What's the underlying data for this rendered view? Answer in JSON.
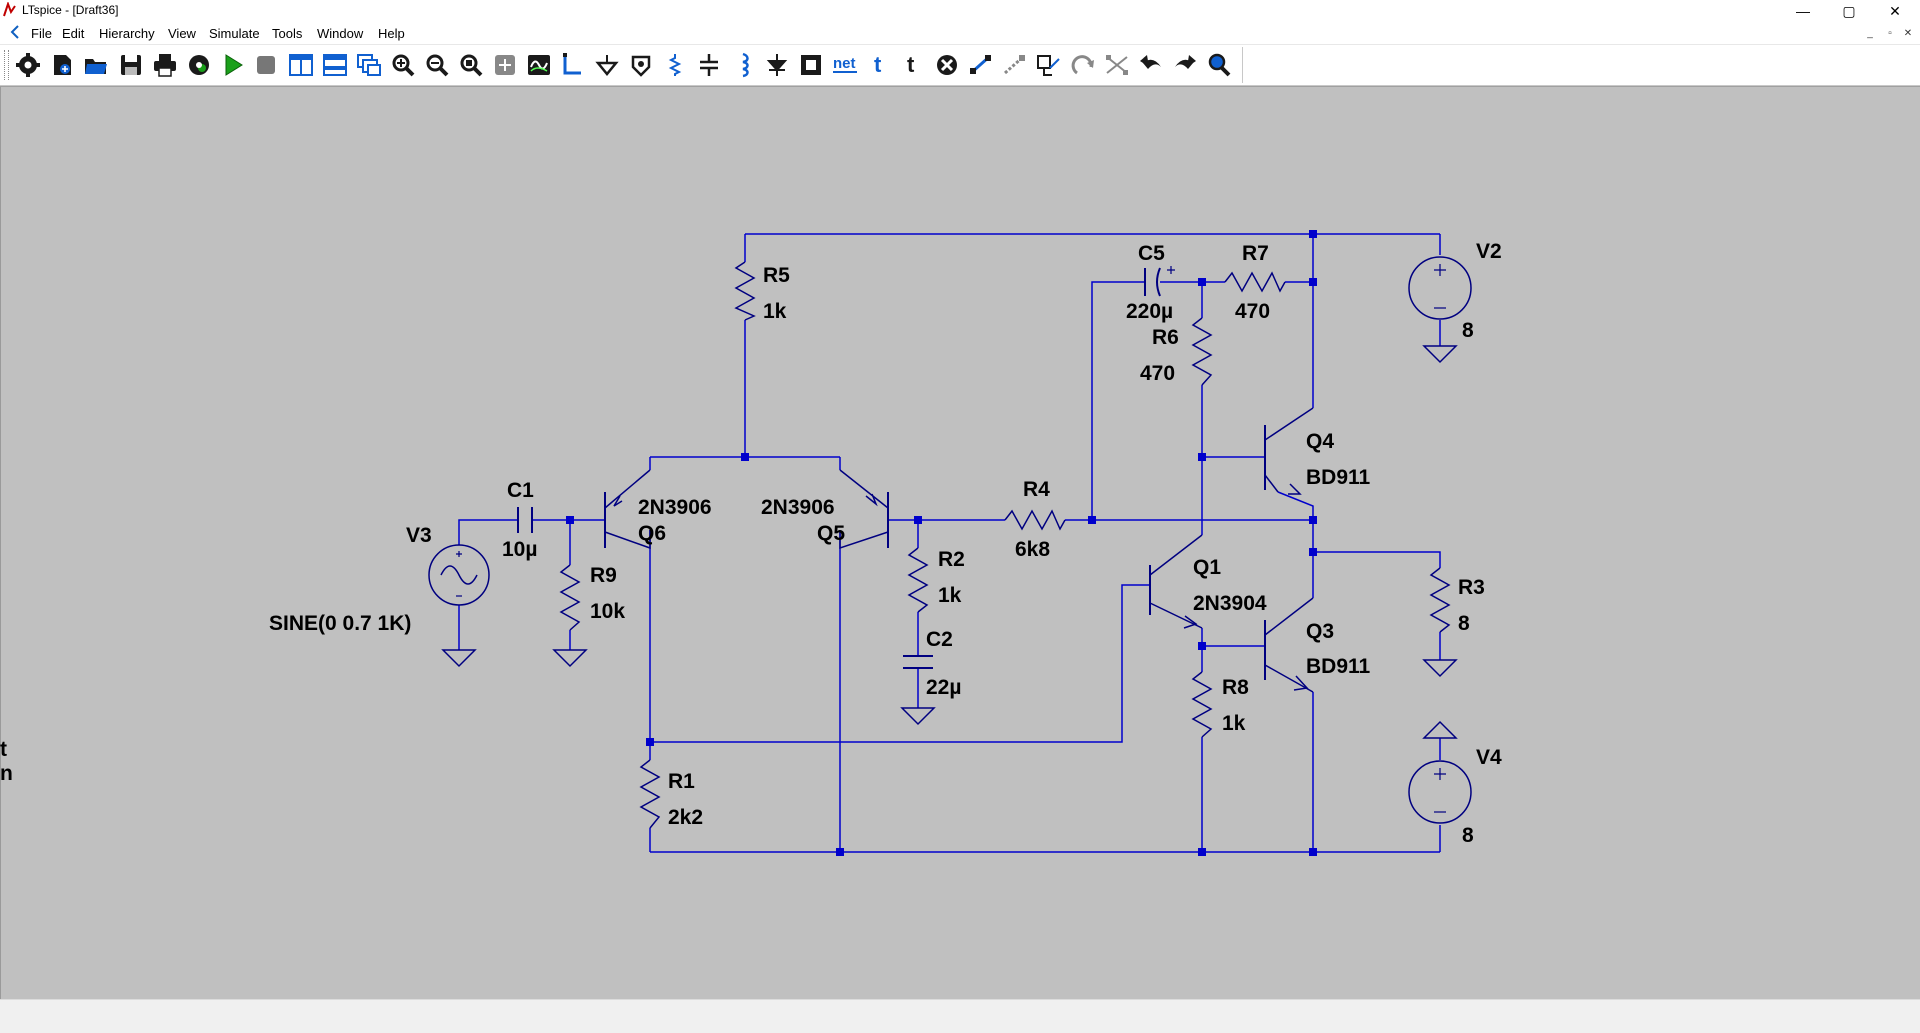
{
  "window": {
    "title": "LTspice - [Draft36]",
    "controls": {
      "minimize": "—",
      "maximize": "▢",
      "close": "✕"
    },
    "mdi_controls": {
      "minimize": "_",
      "restore": "▫",
      "close": "✕"
    }
  },
  "menu": [
    "File",
    "Edit",
    "Hierarchy",
    "View",
    "Simulate",
    "Tools",
    "Window",
    "Help"
  ],
  "toolbar": {
    "icons": [
      "gear-icon",
      "new-schematic-icon",
      "open-folder-icon",
      "save-icon",
      "print-icon",
      "control-panel-icon",
      "run-icon",
      "halt-icon",
      "tile-vertical-icon",
      "tile-horizontal-icon",
      "cascade-icon",
      "zoom-in-icon",
      "zoom-out-icon",
      "zoom-fit-icon",
      "pan-icon",
      "waveform-icon",
      "draw-wire-icon",
      "ground-icon",
      "label-net-icon",
      "resistor-icon",
      "capacitor-icon",
      "inductor-icon",
      "diode-icon",
      "component-icon",
      "net-name-icon",
      "text-icon",
      "spice-directive-icon",
      "delete-icon",
      "duplicate-icon",
      "move-icon",
      "drag-icon",
      "rotate-icon",
      "mirror-icon",
      "undo-icon",
      "redo-icon",
      "find-icon"
    ],
    "net_label": "net",
    "text_label": "t",
    "directive_label": "t"
  },
  "schematic": {
    "components": [
      {
        "ref": "R5",
        "value": "1k"
      },
      {
        "ref": "C5",
        "value": "220µ"
      },
      {
        "ref": "R7",
        "value": "470"
      },
      {
        "ref": "V2",
        "value": "8"
      },
      {
        "ref": "R6",
        "value": "470"
      },
      {
        "ref": "Q4",
        "value": "BD911"
      },
      {
        "ref": "C1",
        "value": "10µ"
      },
      {
        "ref": "V3",
        "value": "SINE(0 0.7 1K)"
      },
      {
        "ref": "Q6",
        "value": "2N3906"
      },
      {
        "ref": "Q5",
        "value": "2N3906"
      },
      {
        "ref": "R4",
        "value": "6k8"
      },
      {
        "ref": "R9",
        "value": "10k"
      },
      {
        "ref": "R2",
        "value": "1k"
      },
      {
        "ref": "Q1",
        "value": "2N3904"
      },
      {
        "ref": "R3",
        "value": "8"
      },
      {
        "ref": "Q3",
        "value": "BD911"
      },
      {
        "ref": "C2",
        "value": "22µ"
      },
      {
        "ref": "R8",
        "value": "1k"
      },
      {
        "ref": "R1",
        "value": "2k2"
      },
      {
        "ref": "V4",
        "value": "8"
      }
    ],
    "edge_text": [
      "t",
      "n"
    ],
    "wire_color": "#0000cc",
    "symbol_color": "#000080",
    "background_color": "#c0c0c0"
  }
}
